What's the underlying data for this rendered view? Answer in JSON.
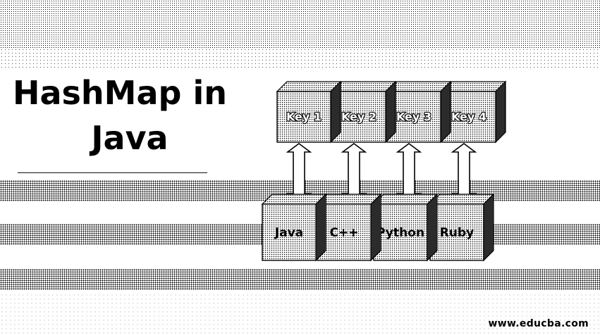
{
  "title": {
    "line1": "HashMap in",
    "line2": "Java"
  },
  "keys": [
    {
      "label": "Key 1"
    },
    {
      "label": "Key 2"
    },
    {
      "label": "Key 3"
    },
    {
      "label": "Key 4"
    }
  ],
  "values": [
    {
      "label": "Java"
    },
    {
      "label": "C++"
    },
    {
      "label": "Python"
    },
    {
      "label": "Ruby"
    }
  ],
  "footer": {
    "url": "www.educba.com"
  }
}
